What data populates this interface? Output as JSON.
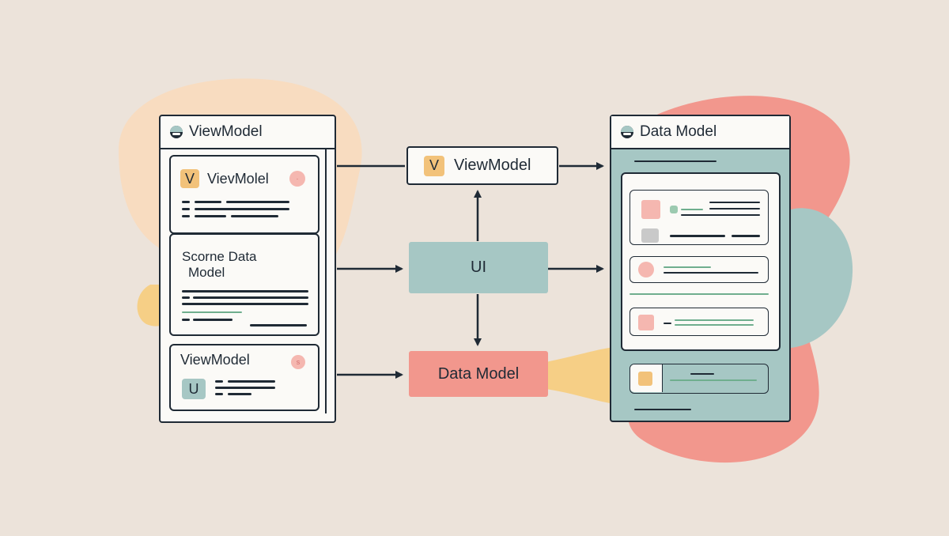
{
  "colors": {
    "background": "#ece3da",
    "ink": "#1f2a35",
    "teal": "#a6c7c4",
    "salmon": "#f2978d",
    "yellow": "#f6cf86",
    "peach": "#f8dcc0"
  },
  "left_panel": {
    "title": "ViewModel",
    "card1": {
      "chip": "V",
      "label": "VievMolel"
    },
    "card2": {
      "label_line1": "Scorne Data",
      "label_line2": "Model"
    },
    "card3": {
      "label": "ViewModel",
      "chip": "U",
      "badge": "s"
    }
  },
  "center": {
    "top_node": {
      "chip": "V",
      "label": "ViewModel"
    },
    "middle_node": {
      "label": "UI"
    },
    "bottom_node": {
      "label": "Data Model"
    }
  },
  "right_panel": {
    "title": "Data Model"
  }
}
